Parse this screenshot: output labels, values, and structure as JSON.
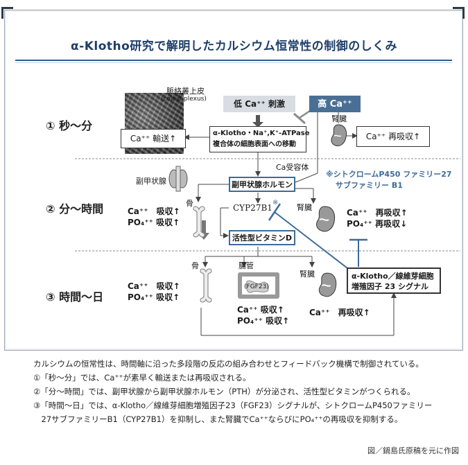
{
  "title": "α-Klotho研究で解明したカルシウム恒常性の制御のしくみ",
  "stages": {
    "s1": "① 秒～分",
    "s2": "② 分～時間",
    "s3": "③ 時間～日"
  },
  "stage1": {
    "choroid_label": "脈絡叢上皮",
    "choroid_sub": "(coloid plexus)",
    "low_ca": "低 Ca⁺⁺ 刺激",
    "high_ca": "高 Ca⁺⁺",
    "atpase_line1": "α-Klotho・Na⁺,K⁺-ATPase",
    "atpase_line2": "複合体の細胞表面への移動",
    "ca_transport": "Ca⁺⁺ 輸送↑",
    "kidney": "腎臓",
    "ca_reabsorb": "Ca⁺⁺ 再吸収↑"
  },
  "stage2": {
    "ca_receptor": "Ca受容体",
    "parathyroid": "副甲状腺",
    "pth": "副甲状腺ホルモン",
    "footnote_mark": "※",
    "cyp_note_line1": "※シトクロームP450 ファミリー27",
    "cyp_note_line2": "サブファミリー B1",
    "bone": "骨",
    "bone_ca": "Ca⁺⁺　吸収↑",
    "bone_po4": "PO₄⁺⁺ 吸収↑",
    "cyp": "CYP27B1",
    "vitd": "活性型ビタミンD",
    "kidney": "腎臓",
    "kid_ca": "Ca⁺⁺　再吸収↑",
    "kid_po4": "PO₄⁺⁺ 再吸収↓"
  },
  "stage3": {
    "bone": "骨",
    "intestine": "腸管",
    "fgf": "(FGF23)",
    "kidney": "腎臓",
    "bone_ca": "Ca⁺⁺　吸収↑",
    "bone_po4": "PO₄⁺⁺ 吸収↑",
    "int_ca": "Ca⁺⁺ 吸収↑",
    "int_po4": "PO₄⁺⁺ 吸収↑",
    "kid_ca": "Ca⁺⁺　再吸収↑",
    "klotho_line1": "α-Klotho／線維芽細胞",
    "klotho_line2": "増殖因子 23 シグナル"
  },
  "notes": [
    "カルシウムの恒常性は、時間軸に沿った多段階の反応の組み合わせとフィードバック機構で制御されている。",
    "①「秒～分」では、Ca⁺⁺が素早く輸送または再吸収される。",
    "②「分～時間」では、副甲状腺から副甲状腺ホルモン（PTH）が分泌され、活性型ビタミンがつくられる。",
    "③「時間～日」では、α-Klotho／線維芽細胞増殖因子23（FGF23）シグナルが、シトクロームP450ファミリー",
    "　27サブファミリーB1（CYP27B1）を抑制し、また腎臓でCa⁺⁺ならびにPO₄⁺⁺の再吸収を抑制する。"
  ],
  "credit": "図／鍋島氏原稿を元に作図",
  "colors": {
    "title": "#1f3f68",
    "accent_blue": "#3d6b9a",
    "high_ca_bg": "#4a6f94",
    "low_ca_bg": "#d8dde3"
  }
}
